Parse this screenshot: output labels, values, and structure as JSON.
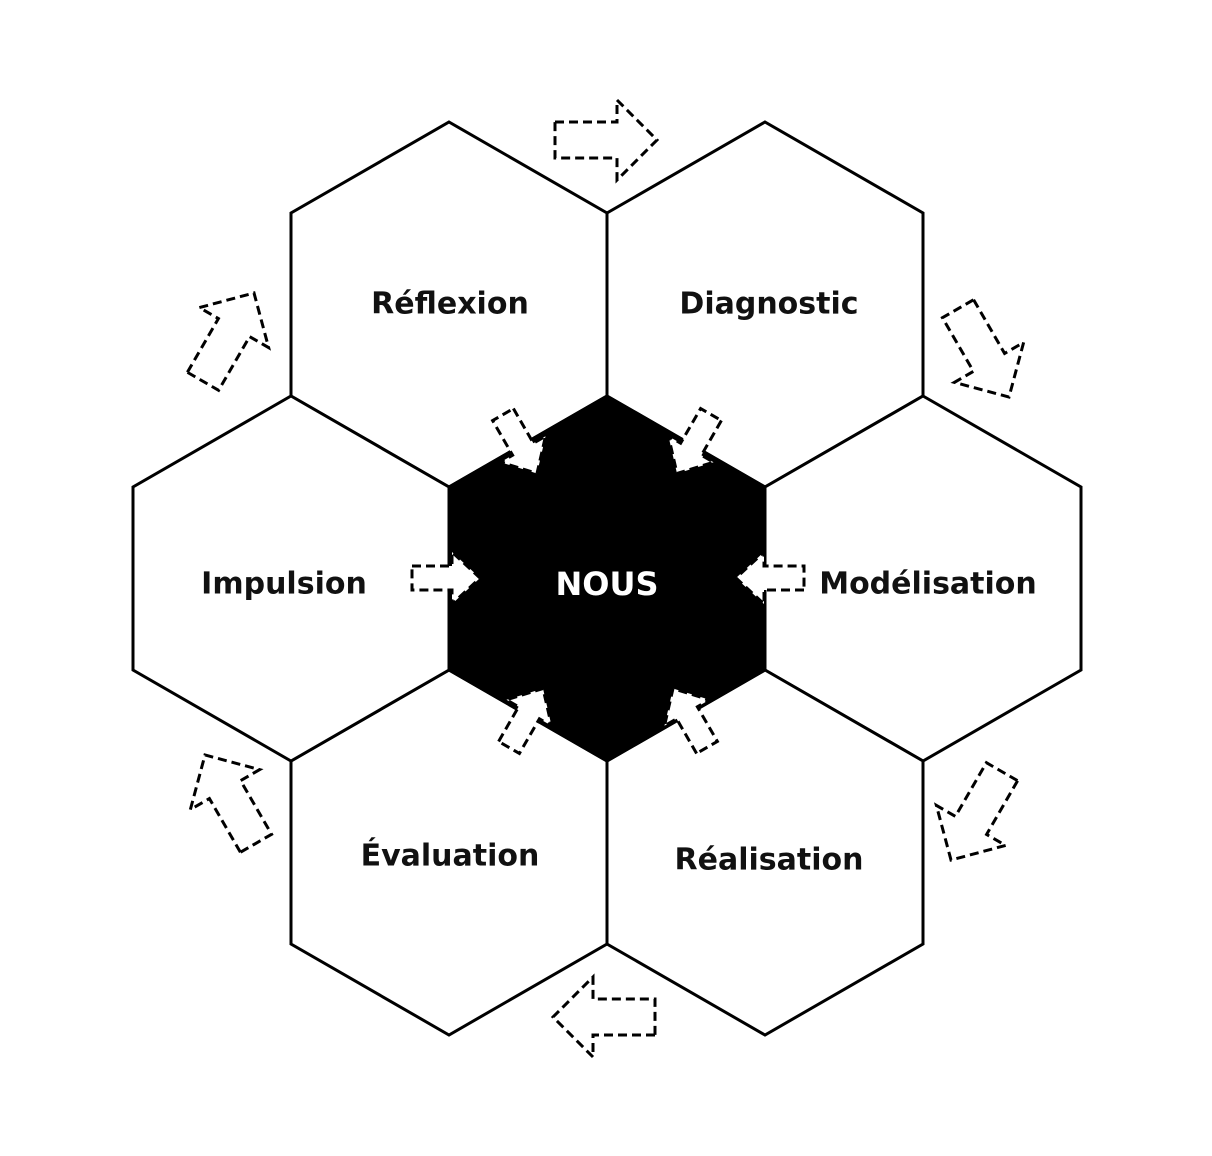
{
  "center": {
    "label": "NOUS",
    "fill_color": "#000000",
    "text_color": "#ffffff"
  },
  "phases": [
    {
      "id": "reflexion",
      "label": "Réflexion"
    },
    {
      "id": "diagnostic",
      "label": "Diagnostic"
    },
    {
      "id": "modelisation",
      "label": "Modélisation"
    },
    {
      "id": "realisation",
      "label": "Réalisation"
    },
    {
      "id": "evaluation",
      "label": "Évaluation"
    },
    {
      "id": "impulsion",
      "label": "Impulsion"
    }
  ],
  "cycle_direction": "clockwise",
  "arrow_style": "dashed-outline",
  "inward_arrows_target": "NOUS",
  "colors": {
    "stroke": "#000000",
    "background": "#ffffff"
  }
}
